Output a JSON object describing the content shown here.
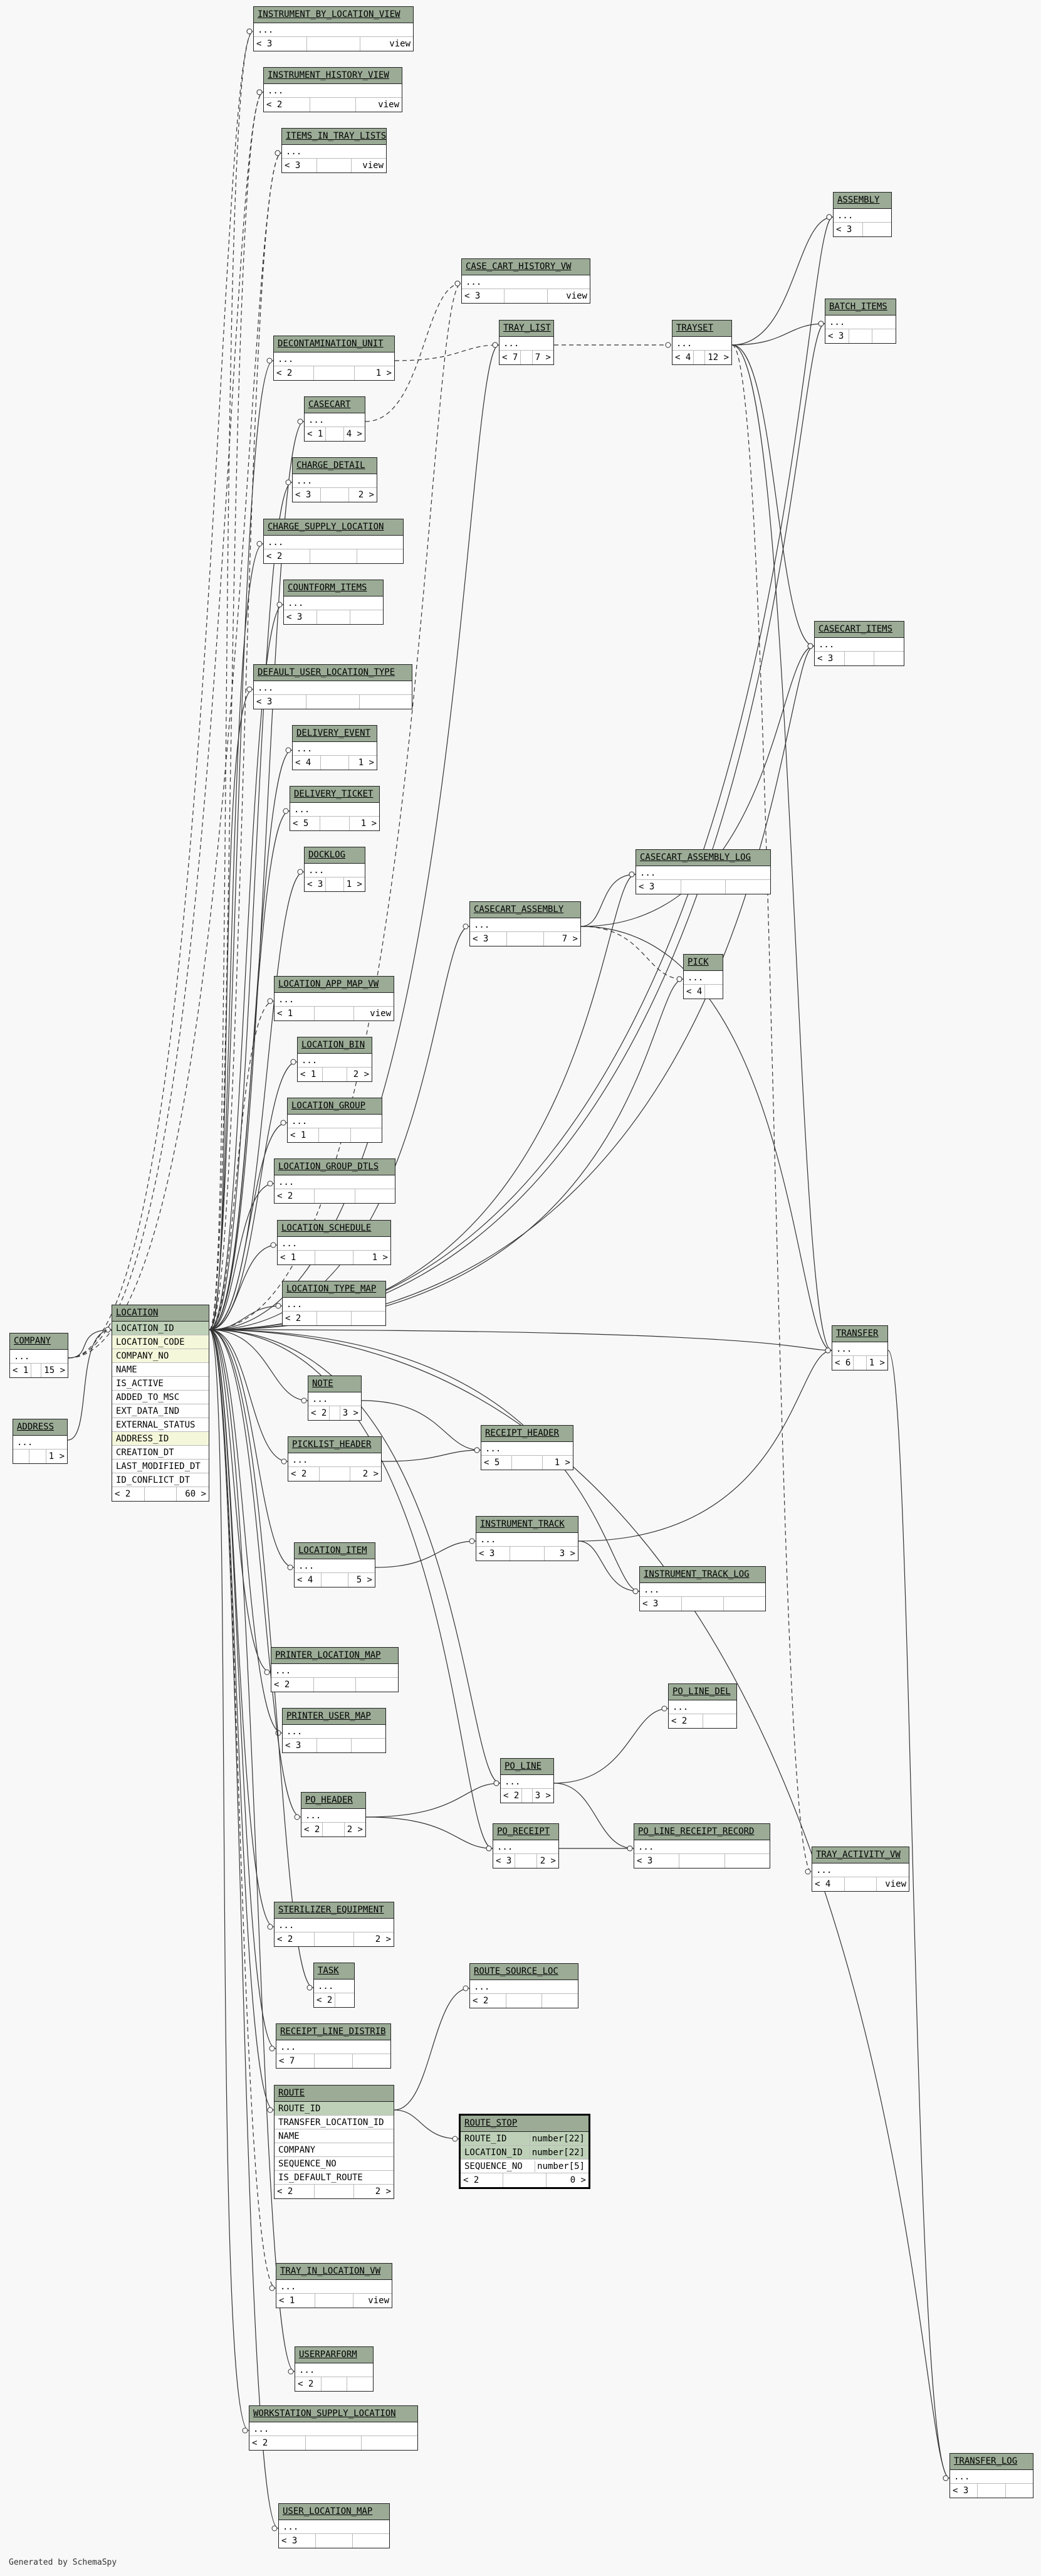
{
  "footer": "Generated by SchemaSpy",
  "tables": [
    {
      "id": "ibl",
      "name": "INSTRUMENT_BY_LOCATION_VIEW",
      "cols": [
        "..."
      ],
      "foot": [
        "< 3",
        "",
        "view"
      ]
    },
    {
      "id": "ihv",
      "name": "INSTRUMENT_HISTORY_VIEW",
      "cols": [
        "..."
      ],
      "foot": [
        "< 2",
        "",
        "view"
      ]
    },
    {
      "id": "itl",
      "name": "ITEMS_IN_TRAY_LISTS",
      "cols": [
        "..."
      ],
      "foot": [
        "< 3",
        "",
        "view"
      ]
    },
    {
      "id": "asm",
      "name": "ASSEMBLY",
      "cols": [
        "..."
      ],
      "foot": [
        "< 3",
        ""
      ]
    },
    {
      "id": "cch",
      "name": "CASE_CART_HISTORY_VW",
      "cols": [
        "..."
      ],
      "foot": [
        "< 3",
        "",
        "view"
      ]
    },
    {
      "id": "bat",
      "name": "BATCH_ITEMS",
      "cols": [
        "..."
      ],
      "foot": [
        "< 3",
        "",
        ""
      ]
    },
    {
      "id": "dec",
      "name": "DECONTAMINATION_UNIT",
      "cols": [
        "..."
      ],
      "foot": [
        "< 2",
        "",
        "1 >"
      ]
    },
    {
      "id": "trl",
      "name": "TRAY_LIST",
      "cols": [
        "..."
      ],
      "foot": [
        "< 7",
        "",
        "7 >"
      ]
    },
    {
      "id": "trs",
      "name": "TRAYSET",
      "cols": [
        "..."
      ],
      "foot": [
        "< 4",
        "",
        "12 >"
      ]
    },
    {
      "id": "csc",
      "name": "CASECART",
      "cols": [
        "..."
      ],
      "foot": [
        "< 1",
        "",
        "4 >"
      ]
    },
    {
      "id": "chd",
      "name": "CHARGE_DETAIL",
      "cols": [
        "..."
      ],
      "foot": [
        "< 3",
        "",
        "2 >"
      ]
    },
    {
      "id": "csl",
      "name": "CHARGE_SUPPLY_LOCATION",
      "cols": [
        "..."
      ],
      "foot": [
        "< 2",
        "",
        ""
      ]
    },
    {
      "id": "cfi",
      "name": "COUNTFORM_ITEMS",
      "cols": [
        "..."
      ],
      "foot": [
        "< 3",
        "",
        ""
      ]
    },
    {
      "id": "cci",
      "name": "CASECART_ITEMS",
      "cols": [
        "..."
      ],
      "foot": [
        "< 3",
        "",
        ""
      ]
    },
    {
      "id": "dul",
      "name": "DEFAULT_USER_LOCATION_TYPE",
      "cols": [
        "..."
      ],
      "foot": [
        "< 3",
        "",
        ""
      ]
    },
    {
      "id": "dle",
      "name": "DELIVERY_EVENT",
      "cols": [
        "..."
      ],
      "foot": [
        "< 4",
        "",
        "1 >"
      ]
    },
    {
      "id": "dlt",
      "name": "DELIVERY_TICKET",
      "cols": [
        "..."
      ],
      "foot": [
        "< 5",
        "",
        "1 >"
      ]
    },
    {
      "id": "dkl",
      "name": "DOCKLOG",
      "cols": [
        "..."
      ],
      "foot": [
        "< 3",
        "",
        "1 >"
      ]
    },
    {
      "id": "cal",
      "name": "CASECART_ASSEMBLY_LOG",
      "cols": [
        "..."
      ],
      "foot": [
        "< 3",
        "",
        ""
      ]
    },
    {
      "id": "caa",
      "name": "CASECART_ASSEMBLY",
      "cols": [
        "..."
      ],
      "foot": [
        "< 3",
        "",
        "7 >"
      ]
    },
    {
      "id": "pck",
      "name": "PICK",
      "cols": [
        "..."
      ],
      "foot": [
        "< 4",
        ""
      ]
    },
    {
      "id": "lam",
      "name": "LOCATION_APP_MAP_VW",
      "cols": [
        "..."
      ],
      "foot": [
        "< 1",
        "",
        "view"
      ]
    },
    {
      "id": "lbn",
      "name": "LOCATION_BIN",
      "cols": [
        "..."
      ],
      "foot": [
        "< 1",
        "",
        "2 >"
      ]
    },
    {
      "id": "lgr",
      "name": "LOCATION_GROUP",
      "cols": [
        "..."
      ],
      "foot": [
        "< 1",
        "",
        ""
      ]
    },
    {
      "id": "lgd",
      "name": "LOCATION_GROUP_DTLS",
      "cols": [
        "..."
      ],
      "foot": [
        "< 2",
        "",
        ""
      ]
    },
    {
      "id": "lsc",
      "name": "LOCATION_SCHEDULE",
      "cols": [
        "..."
      ],
      "foot": [
        "< 1",
        "",
        "1 >"
      ]
    },
    {
      "id": "ltm",
      "name": "LOCATION_TYPE_MAP",
      "cols": [
        "..."
      ],
      "foot": [
        "< 2",
        "",
        ""
      ]
    },
    {
      "id": "cmp",
      "name": "COMPANY",
      "cols": [
        "..."
      ],
      "foot": [
        "< 1",
        "",
        "15 >"
      ]
    },
    {
      "id": "loc",
      "name": "LOCATION",
      "cols": [
        "LOCATION_ID",
        "LOCATION_CODE",
        "COMPANY_NO",
        "NAME",
        "IS_ACTIVE",
        "ADDED_TO_MSC",
        "EXT_DATA_IND",
        "EXTERNAL_STATUS",
        "ADDRESS_ID",
        "CREATION_DT",
        "LAST_MODIFIED_DT",
        "ID_CONFLICT_DT"
      ],
      "styles": [
        "pk",
        "fk",
        "fk",
        "",
        "",
        "",
        "",
        "",
        "fk",
        "",
        "",
        ""
      ],
      "foot": [
        "< 2",
        "",
        "60 >"
      ]
    },
    {
      "id": "trf",
      "name": "TRANSFER",
      "cols": [
        "..."
      ],
      "foot": [
        "< 6",
        "",
        "1 >"
      ]
    },
    {
      "id": "nte",
      "name": "NOTE",
      "cols": [
        "..."
      ],
      "foot": [
        "< 2",
        "",
        "3 >"
      ]
    },
    {
      "id": "adr",
      "name": "ADDRESS",
      "cols": [
        "..."
      ],
      "foot": [
        "",
        "",
        "1 >"
      ]
    },
    {
      "id": "rch",
      "name": "RECEIPT_HEADER",
      "cols": [
        "..."
      ],
      "foot": [
        "< 5",
        "",
        "1 >"
      ]
    },
    {
      "id": "plh",
      "name": "PICKLIST_HEADER",
      "cols": [
        "..."
      ],
      "foot": [
        "< 2",
        "",
        "2 >"
      ]
    },
    {
      "id": "itr",
      "name": "INSTRUMENT_TRACK",
      "cols": [
        "..."
      ],
      "foot": [
        "< 3",
        "",
        "3 >"
      ]
    },
    {
      "id": "lit",
      "name": "LOCATION_ITEM",
      "cols": [
        "..."
      ],
      "foot": [
        "< 4",
        "",
        "5 >"
      ]
    },
    {
      "id": "itg",
      "name": "INSTRUMENT_TRACK_LOG",
      "cols": [
        "..."
      ],
      "foot": [
        "< 3",
        "",
        ""
      ]
    },
    {
      "id": "plm",
      "name": "PRINTER_LOCATION_MAP",
      "cols": [
        "..."
      ],
      "foot": [
        "< 2",
        "",
        ""
      ]
    },
    {
      "id": "pld",
      "name": "PO_LINE_DEL",
      "cols": [
        "..."
      ],
      "foot": [
        "< 2",
        ""
      ]
    },
    {
      "id": "pum",
      "name": "PRINTER_USER_MAP",
      "cols": [
        "..."
      ],
      "foot": [
        "< 3",
        "",
        ""
      ]
    },
    {
      "id": "pol",
      "name": "PO_LINE",
      "cols": [
        "..."
      ],
      "foot": [
        "< 2",
        "",
        "3 >"
      ]
    },
    {
      "id": "poh",
      "name": "PO_HEADER",
      "cols": [
        "..."
      ],
      "foot": [
        "< 2",
        "",
        "2 >"
      ]
    },
    {
      "id": "por",
      "name": "PO_RECEIPT",
      "cols": [
        "..."
      ],
      "foot": [
        "< 3",
        "",
        "2 >"
      ]
    },
    {
      "id": "plr",
      "name": "PO_LINE_RECEIPT_RECORD",
      "cols": [
        "..."
      ],
      "foot": [
        "< 3",
        "",
        ""
      ]
    },
    {
      "id": "tav",
      "name": "TRAY_ACTIVITY_VW",
      "cols": [
        "..."
      ],
      "foot": [
        "< 4",
        "",
        "view"
      ]
    },
    {
      "id": "ste",
      "name": "STERILIZER_EQUIPMENT",
      "cols": [
        "..."
      ],
      "foot": [
        "< 2",
        "",
        "2 >"
      ]
    },
    {
      "id": "tsk",
      "name": "TASK",
      "cols": [
        "..."
      ],
      "foot": [
        "< 2",
        ""
      ]
    },
    {
      "id": "rsl",
      "name": "ROUTE_SOURCE_LOC",
      "cols": [
        "..."
      ],
      "foot": [
        "< 2",
        "",
        ""
      ]
    },
    {
      "id": "rld",
      "name": "RECEIPT_LINE_DISTRIB",
      "cols": [
        "..."
      ],
      "foot": [
        "< 7",
        "",
        ""
      ]
    },
    {
      "id": "rte",
      "name": "ROUTE",
      "cols": [
        "ROUTE_ID",
        "TRANSFER_LOCATION_ID",
        "NAME",
        "COMPANY",
        "SEQUENCE_NO",
        "IS_DEFAULT_ROUTE"
      ],
      "styles": [
        "pk",
        "",
        "",
        "",
        "",
        ""
      ],
      "foot": [
        "< 2",
        "",
        "2 >"
      ]
    },
    {
      "id": "rst",
      "name": "ROUTE_STOP",
      "cols": [
        "ROUTE_ID",
        "LOCATION_ID",
        "SEQUENCE_NO"
      ],
      "types": [
        "number[22]",
        "number[22]",
        "number[5]"
      ],
      "styles": [
        "pk",
        "pk",
        ""
      ],
      "foot": [
        "< 2",
        "",
        "0 >"
      ]
    },
    {
      "id": "til",
      "name": "TRAY_IN_LOCATION_VW",
      "cols": [
        "..."
      ],
      "foot": [
        "< 1",
        "",
        "view"
      ]
    },
    {
      "id": "upf",
      "name": "USERPARFORM",
      "cols": [
        "..."
      ],
      "foot": [
        "< 2",
        "",
        ""
      ]
    },
    {
      "id": "wsl",
      "name": "WORKSTATION_SUPPLY_LOCATION",
      "cols": [
        "..."
      ],
      "foot": [
        "< 2",
        "",
        ""
      ]
    },
    {
      "id": "tlg",
      "name": "TRANSFER_LOG",
      "cols": [
        "..."
      ],
      "foot": [
        "< 3",
        "",
        ""
      ]
    },
    {
      "id": "ulm",
      "name": "USER_LOCATION_MAP",
      "cols": [
        "..."
      ],
      "foot": [
        "< 3",
        "",
        ""
      ]
    }
  ]
}
